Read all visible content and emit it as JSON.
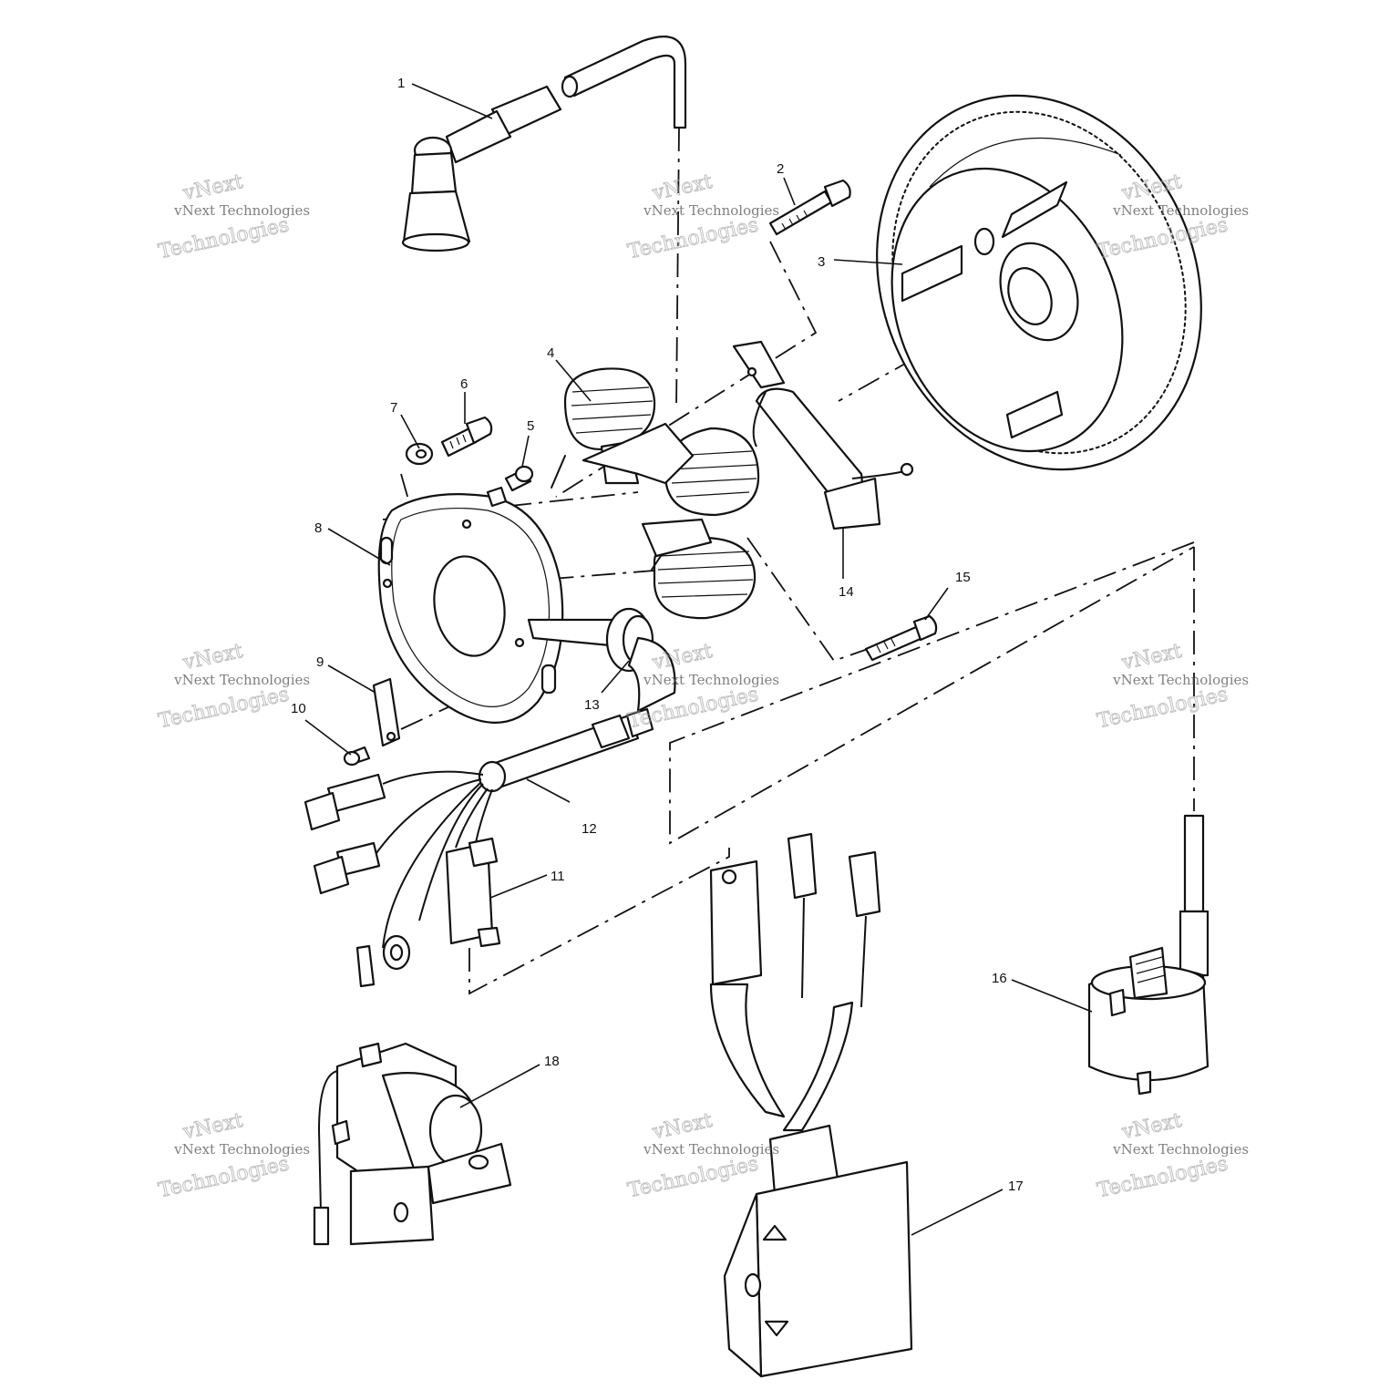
{
  "diagram": {
    "callouts": [
      "1",
      "2",
      "3",
      "4",
      "5",
      "6",
      "7",
      "8",
      "9",
      "10",
      "11",
      "12",
      "13",
      "14",
      "15",
      "16",
      "17",
      "18"
    ],
    "watermark": {
      "line_a": "vNext",
      "line_b": "vNext Technologies",
      "line_c": "Technologies"
    }
  }
}
